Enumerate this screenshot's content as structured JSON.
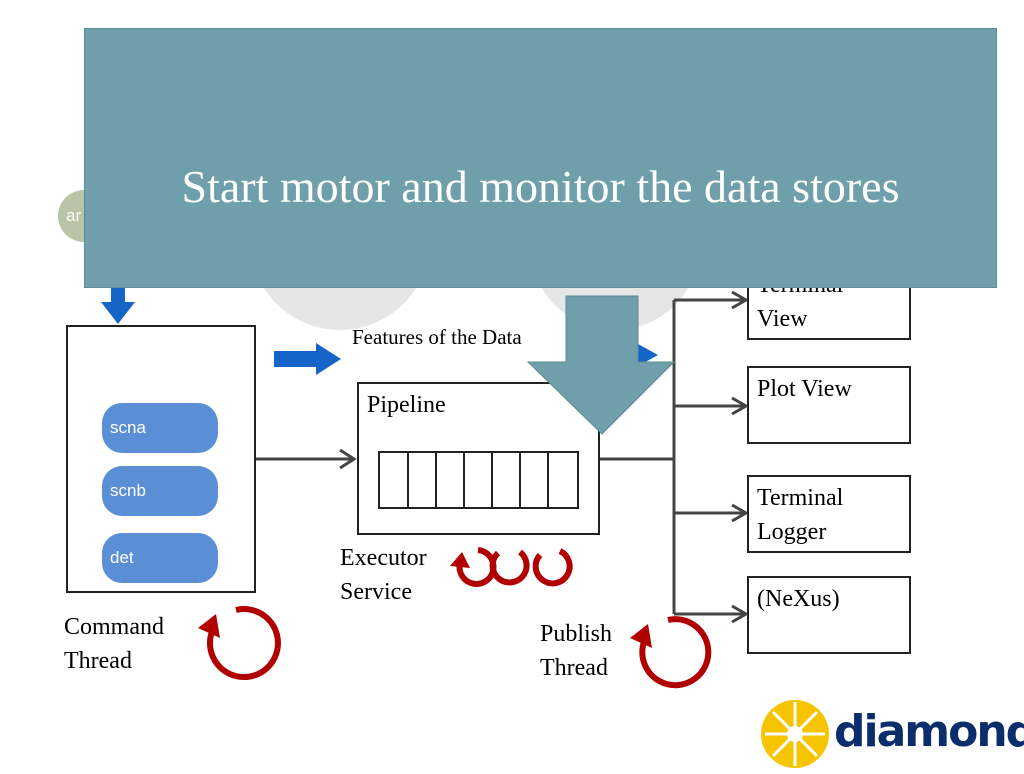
{
  "slide": {
    "title": "Start motor and monitor the data stores",
    "left_badge_fragment": "ar"
  },
  "command": {
    "pills": [
      "scna",
      "scnb",
      "det"
    ],
    "thread_label": [
      "Command",
      "Thread"
    ]
  },
  "features_label": "Features of the Data",
  "pipeline": {
    "label": "Pipeline",
    "executor_label": [
      "Executor",
      "Service"
    ]
  },
  "publish_label": [
    "Publish",
    "Thread"
  ],
  "views": [
    {
      "lines": [
        "Terminal",
        "View"
      ]
    },
    {
      "lines": [
        "Plot View"
      ]
    },
    {
      "lines": [
        "Terminal",
        "Logger"
      ]
    },
    {
      "lines": [
        "(NeXus)"
      ]
    }
  ],
  "logo": {
    "text": "diamond"
  },
  "colors": {
    "overlay": "#6f9fab",
    "pill": "#5a8fd6",
    "arrow_blue": "#1565c8",
    "cycle_red": "#b00000",
    "logo_blue": "#0b2d6b",
    "logo_yellow": "#f6c400"
  }
}
